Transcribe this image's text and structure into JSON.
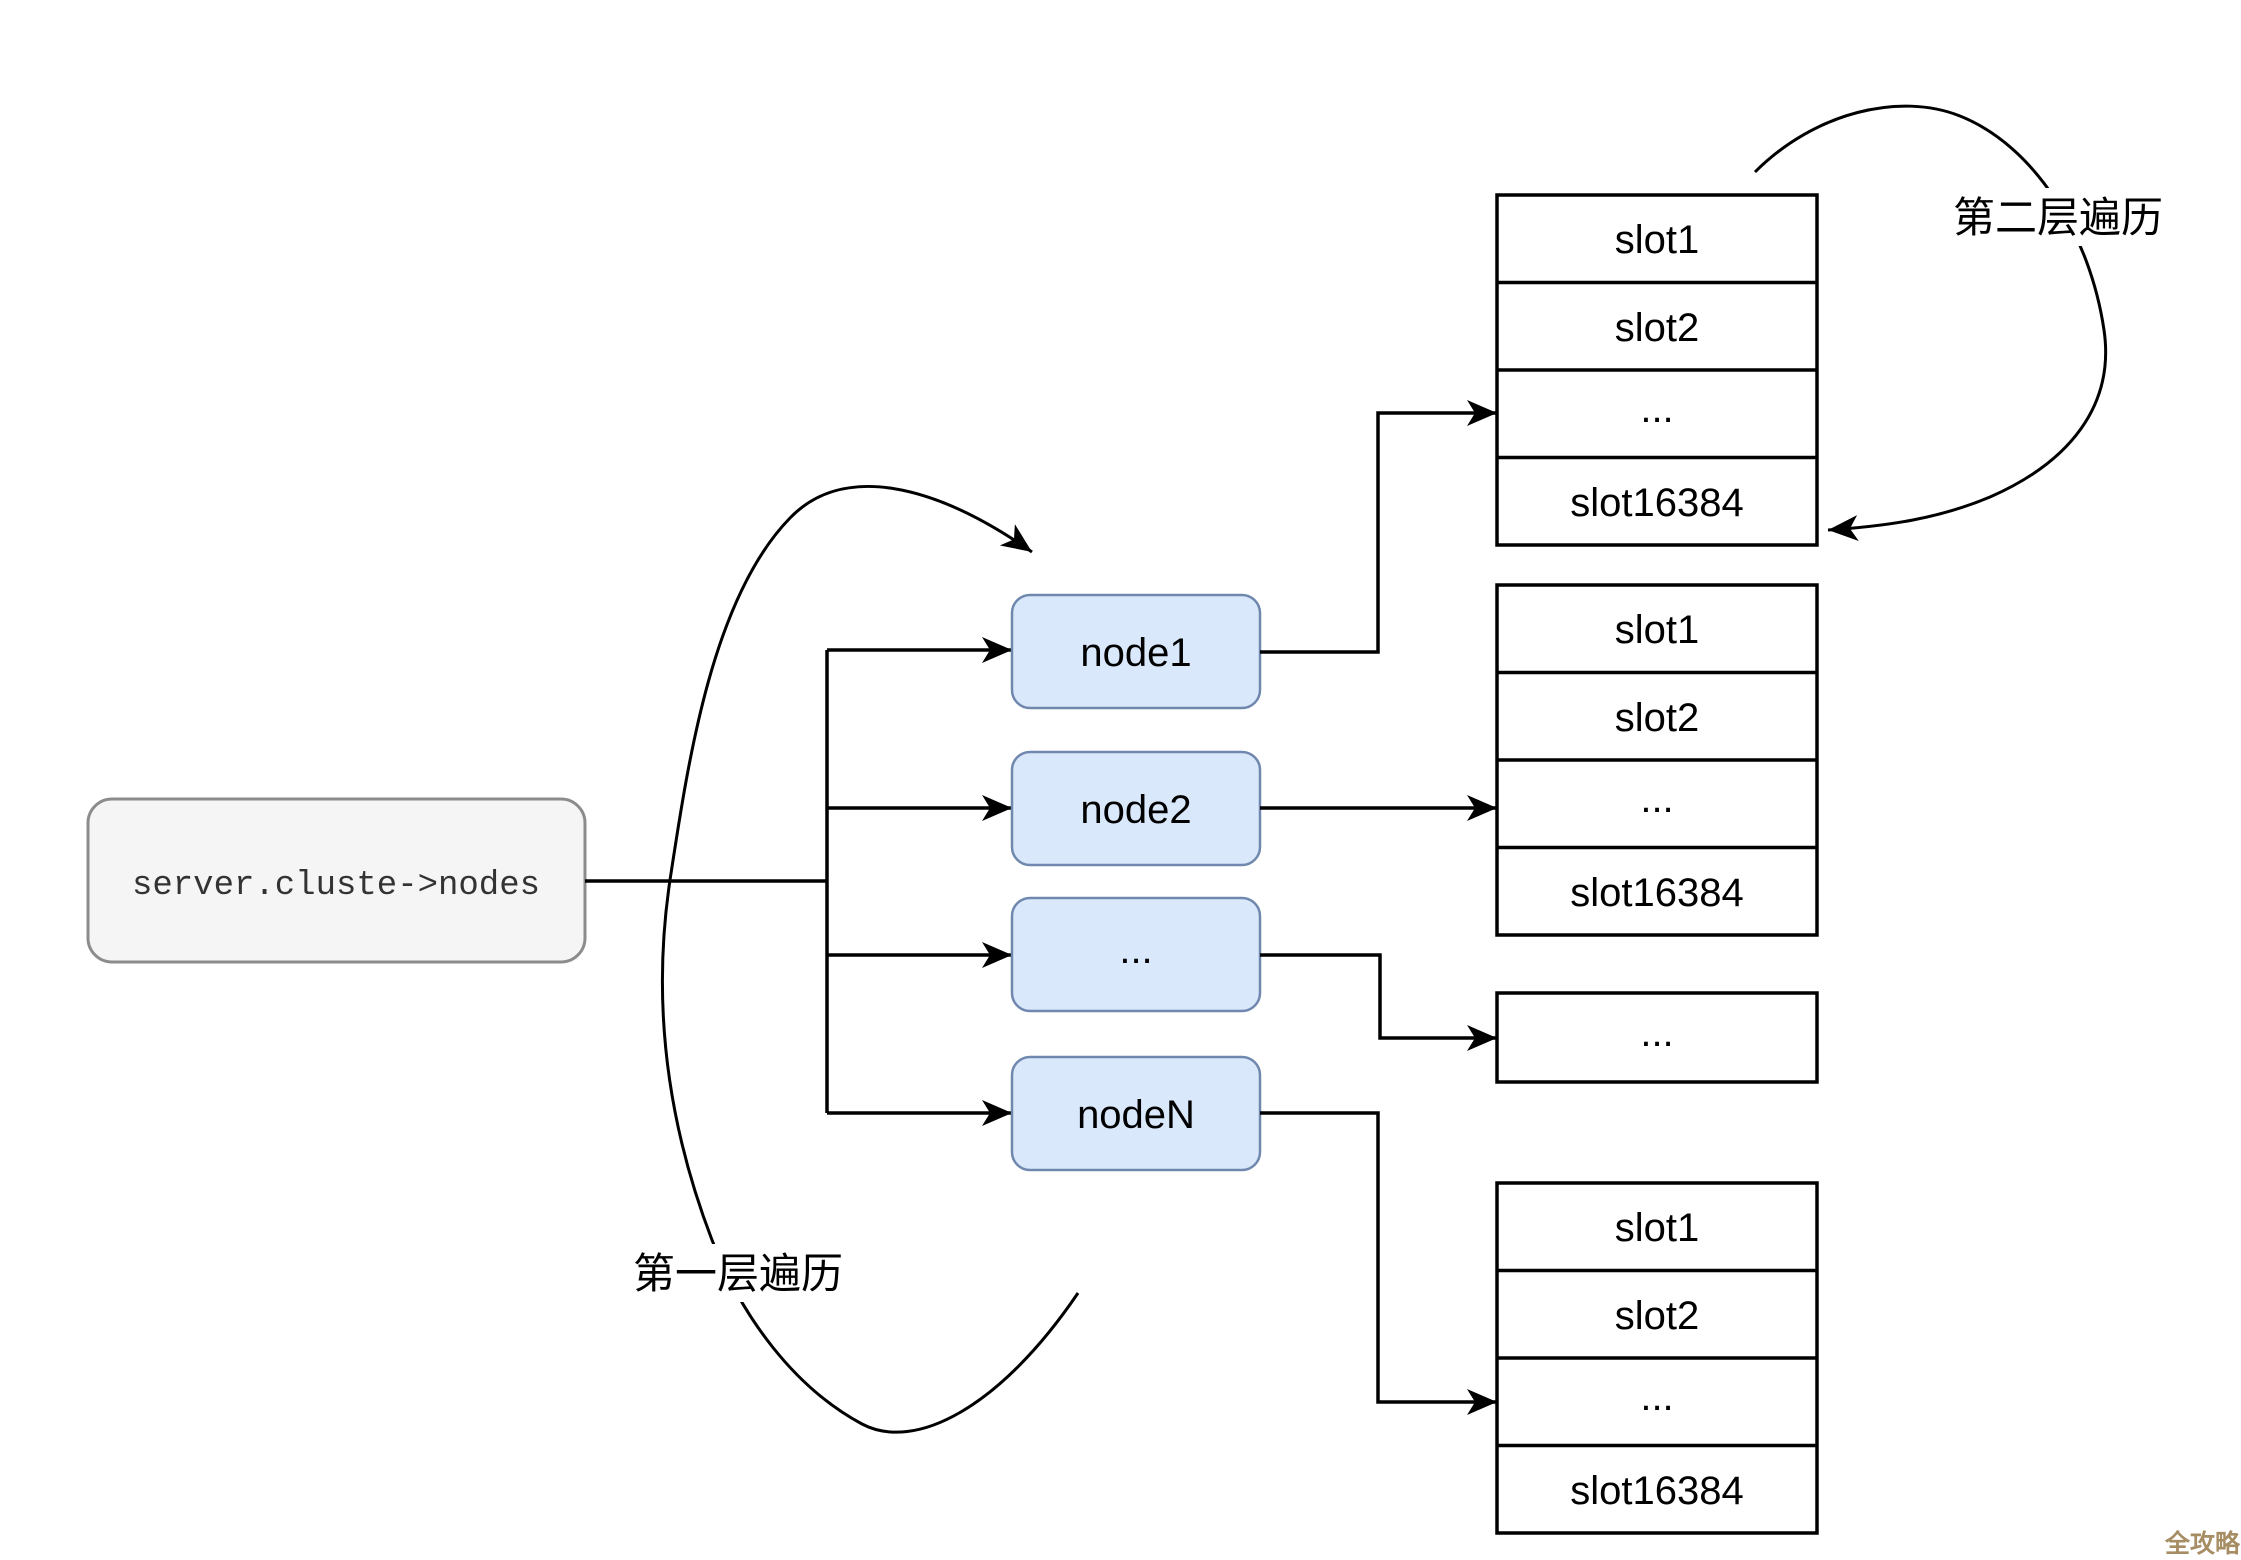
{
  "diagram": {
    "source_box": {
      "label": "server.cluste->nodes"
    },
    "nodes": [
      {
        "label": "node1"
      },
      {
        "label": "node2"
      },
      {
        "label": "..."
      },
      {
        "label": "nodeN"
      }
    ],
    "slot_tables": {
      "table1": {
        "rows": [
          "slot1",
          "slot2",
          "...",
          "slot16384"
        ]
      },
      "table2": {
        "rows": [
          "slot1",
          "slot2",
          "...",
          "slot16384"
        ]
      },
      "ellipsis_box": {
        "label": "..."
      },
      "table3": {
        "rows": [
          "slot1",
          "slot2",
          "...",
          "slot16384"
        ]
      }
    },
    "annotations": {
      "second_layer": "第二层遍历",
      "first_layer": "第一层遍历"
    },
    "watermark": "全攻略",
    "colors": {
      "node_fill": "#dae8fc",
      "node_border": "#7088ae",
      "source_fill": "#f5f5f5",
      "source_border": "#8c8c8c",
      "line": "#000000",
      "watermark": "#a68d64"
    }
  }
}
